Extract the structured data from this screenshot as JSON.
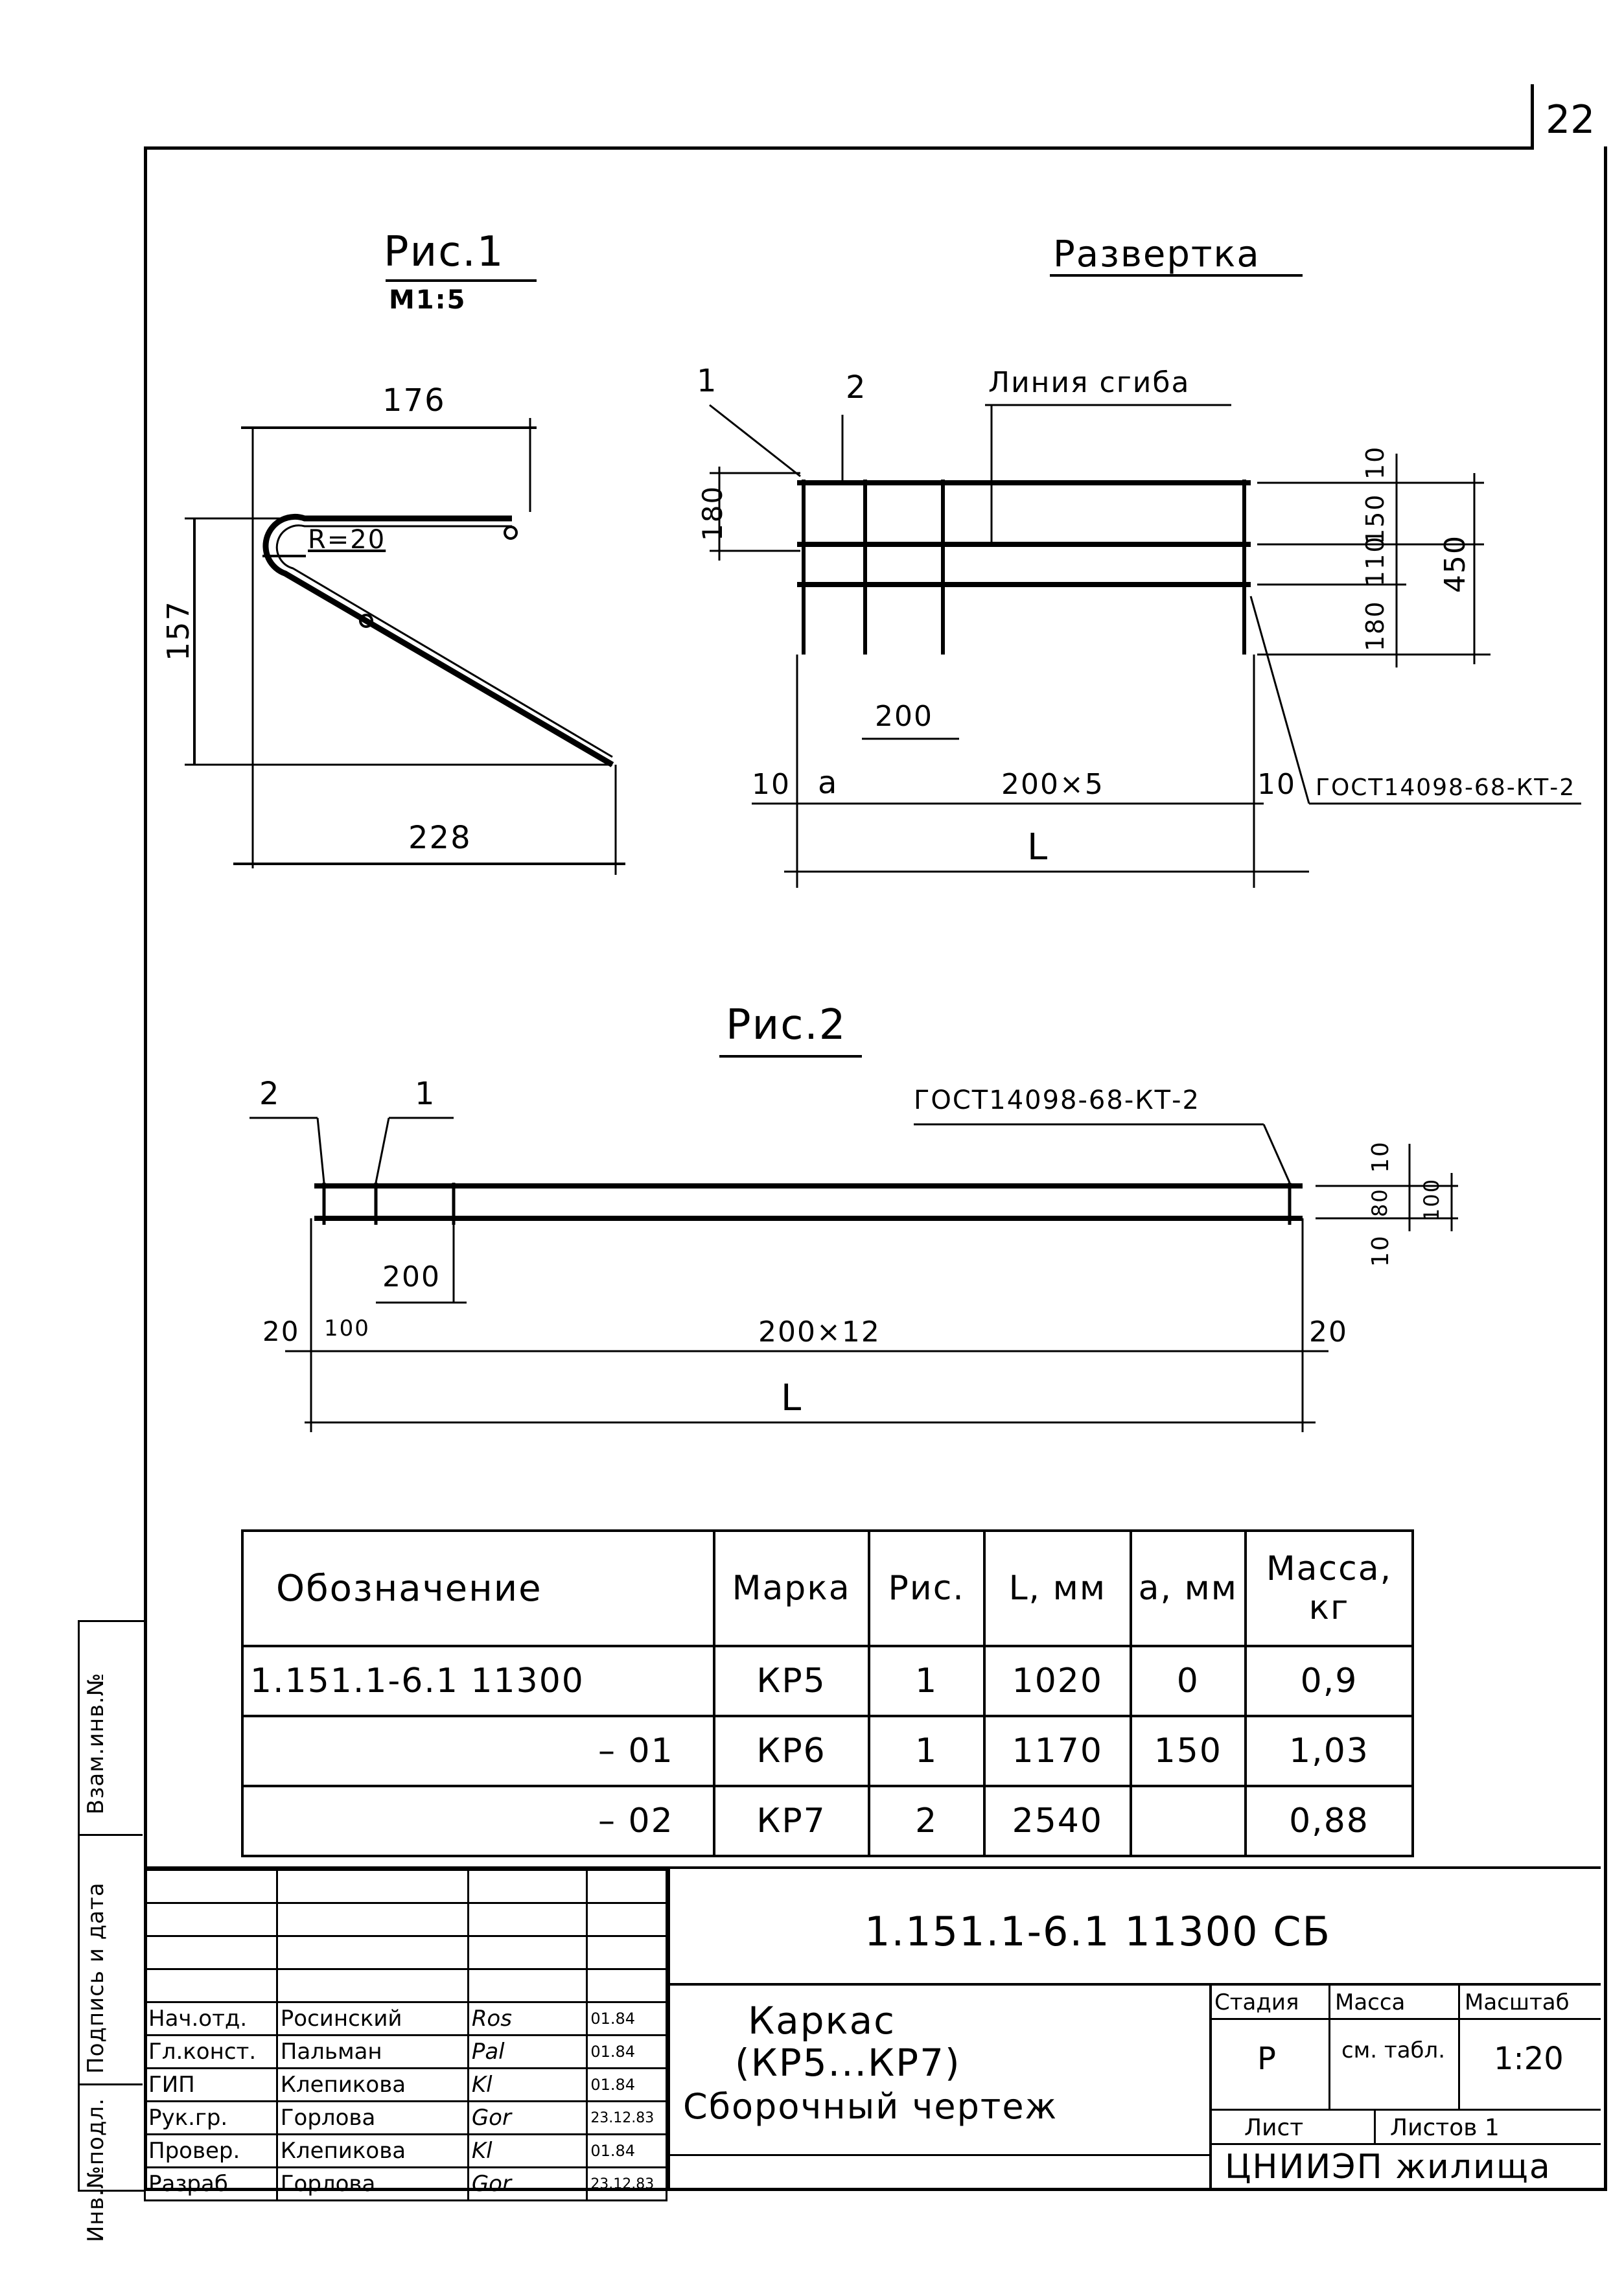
{
  "sheet_number": "22",
  "figure1": {
    "title": "Рис.1",
    "scale": "М1:5",
    "dim_top": "176",
    "dim_left": "157",
    "dim_bottom": "228",
    "radius": "R=20"
  },
  "unfold": {
    "title": "Развертка",
    "callout_1": "1",
    "callout_2": "2",
    "bend_line": "Линия сгиба",
    "dim_180_left": "180",
    "dim_10": "10",
    "dim_150": "150",
    "dim_110": "110",
    "dim_180_right": "180",
    "dim_450": "450",
    "dim_200": "200",
    "dim_10_left": "10",
    "dim_a": "a",
    "dim_200x5": "200×5",
    "dim_10_right": "10",
    "gost": "ГОСТ14098-68-КТ-2",
    "dim_L": "L"
  },
  "figure2": {
    "title": "Рис.2",
    "callout_2": "2",
    "callout_1": "1",
    "gost": "ГОСТ14098-68-КТ-2",
    "dim_10_top": "10",
    "dim_80": "80",
    "dim_100": "100",
    "dim_10_bottom": "10",
    "dim_200": "200",
    "dim_20_left": "20",
    "dim_100_left": "100",
    "dim_200x12": "200×12",
    "dim_20_right": "20",
    "dim_L": "L"
  },
  "spec_table": {
    "headers": [
      "Обозначение",
      "Марка",
      "Рис.",
      "L, мм",
      "a, мм",
      "Масса, кг"
    ],
    "rows": [
      [
        "1.151.1-6.1 11300",
        "КР5",
        "1",
        "1020",
        "0",
        "0,9"
      ],
      [
        "– 01",
        "КР6",
        "1",
        "1170",
        "150",
        "1,03"
      ],
      [
        "– 02",
        "КР7",
        "2",
        "2540",
        "",
        "0,88"
      ]
    ]
  },
  "side_labels": {
    "inv_podl": "Инв.№подл.",
    "podpis_data": "Подпись и дата",
    "vzam_inv": "Взам.инв.№"
  },
  "title_block": {
    "doc_code": "1.151.1-6.1   11300 СБ",
    "title_line1": "Каркас",
    "title_line2": "(КР5...КР7)",
    "title_line3": "Сборочный чертеж",
    "stage_label": "Стадия",
    "mass_label": "Масса",
    "scale_label": "Масштаб",
    "stage_value": "Р",
    "mass_value": "см. табл.",
    "scale_value": "1:20",
    "sheet_label": "Лист",
    "sheets_label": "Листов 1",
    "org": "ЦНИИЭП жилища",
    "staff": [
      {
        "role": "Нач.отд.",
        "name": "Росинский",
        "sign": "Ros",
        "date": "01.84"
      },
      {
        "role": "Гл.конст.",
        "name": "Пальман",
        "sign": "Pal",
        "date": "01.84"
      },
      {
        "role": "ГИП",
        "name": "Клепикова",
        "sign": "Kl",
        "date": "01.84"
      },
      {
        "role": "Рук.гр.",
        "name": "Горлова",
        "sign": "Gor",
        "date": "23.12.83"
      },
      {
        "role": "Провер.",
        "name": "Клепикова",
        "sign": "Kl",
        "date": "01.84"
      },
      {
        "role": "Разраб.",
        "name": "Горлова",
        "sign": "Gor",
        "date": "23.12.83"
      }
    ]
  }
}
